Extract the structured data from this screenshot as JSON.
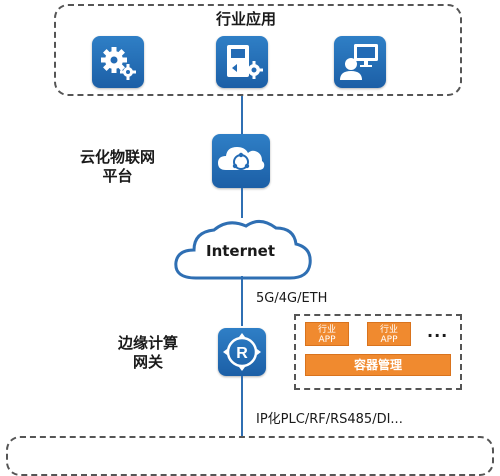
{
  "top_box": {
    "title": "行业应用",
    "icons": [
      "gears-icon",
      "device-gear-icon",
      "user-monitor-icon"
    ]
  },
  "cloud_platform": {
    "label_line1": "云化物联网",
    "label_line2": "平台",
    "icon": "cloud-network-icon"
  },
  "internet": {
    "label": "Internet",
    "link_label": "5G/4G/ETH"
  },
  "edge_gateway": {
    "label_line1": "边缘计算",
    "label_line2": "网关",
    "icon": "router-icon",
    "apps": [
      {
        "line1": "行业",
        "line2": "APP"
      },
      {
        "line1": "行业",
        "line2": "APP"
      }
    ],
    "ellipsis": "···",
    "container_label": "容器管理"
  },
  "bottom_link_label": "IP化PLC/RF/RS485/DI...",
  "colors": {
    "tile_blue": "#2478c4",
    "line_blue": "#2f6fb3",
    "orange": "#f08a2f"
  }
}
